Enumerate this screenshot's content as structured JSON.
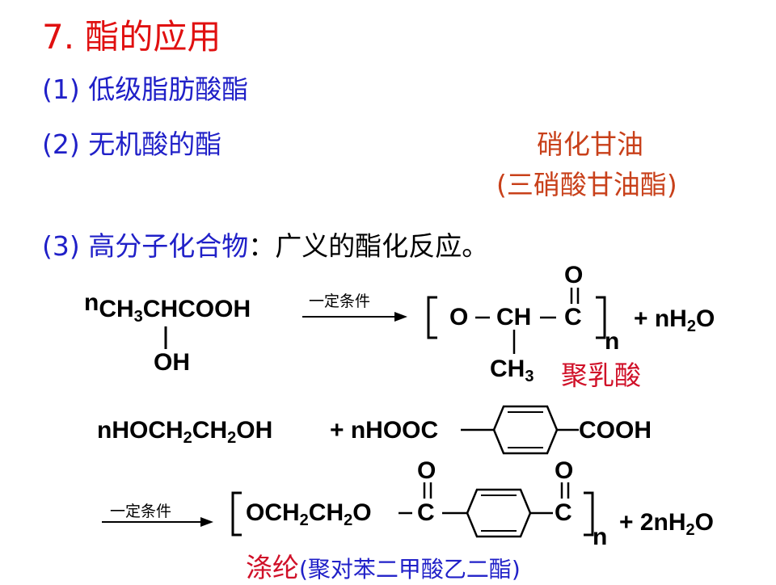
{
  "title": "7.  酯的应用",
  "items": {
    "item1": "(1) 低级脂肪酸酯",
    "item2": "(2) 无机酸的酯",
    "nitroglycerin": "硝化甘油",
    "nitroglycerin_alt": "(三硝酸甘油酯)",
    "item3_label": "(3) 高分子化合物",
    "item3_text": "：广义的酯化反应。"
  },
  "reaction1": {
    "n": "n",
    "reactant_a": "CH",
    "reactant_sub1": "3",
    "reactant_b": "CHCOOH",
    "oh": "OH",
    "condition": "一定条件",
    "o_top": "O",
    "o_chain": "O",
    "ch_chain": "CH",
    "c_chain": "C",
    "n_sub": "n",
    "ch3": "CH",
    "ch3_sub": "3",
    "byproduct_a": "+ nH",
    "byproduct_sub": "2",
    "byproduct_b": "O",
    "product_name": "聚乳酸"
  },
  "reaction2": {
    "glycol_a": "nHOCH",
    "glycol_sub1": "2",
    "glycol_b": "CH",
    "glycol_sub2": "2",
    "glycol_c": "OH",
    "acid_left": "+ nHOOC",
    "acid_right": "COOH",
    "condition": "一定条件",
    "chain_a": "OCH",
    "chain_sub1": "2",
    "chain_b": "CH",
    "chain_sub2": "2",
    "chain_c": "O",
    "c_left": "C",
    "c_right": "C",
    "o_left": "O",
    "o_right": "O",
    "n_sub": "n",
    "byproduct_a": "+ 2nH",
    "byproduct_sub": "2",
    "byproduct_b": "O",
    "product_name": "涤纶",
    "product_fullname": "(聚对苯二甲酸乙二酯)"
  }
}
